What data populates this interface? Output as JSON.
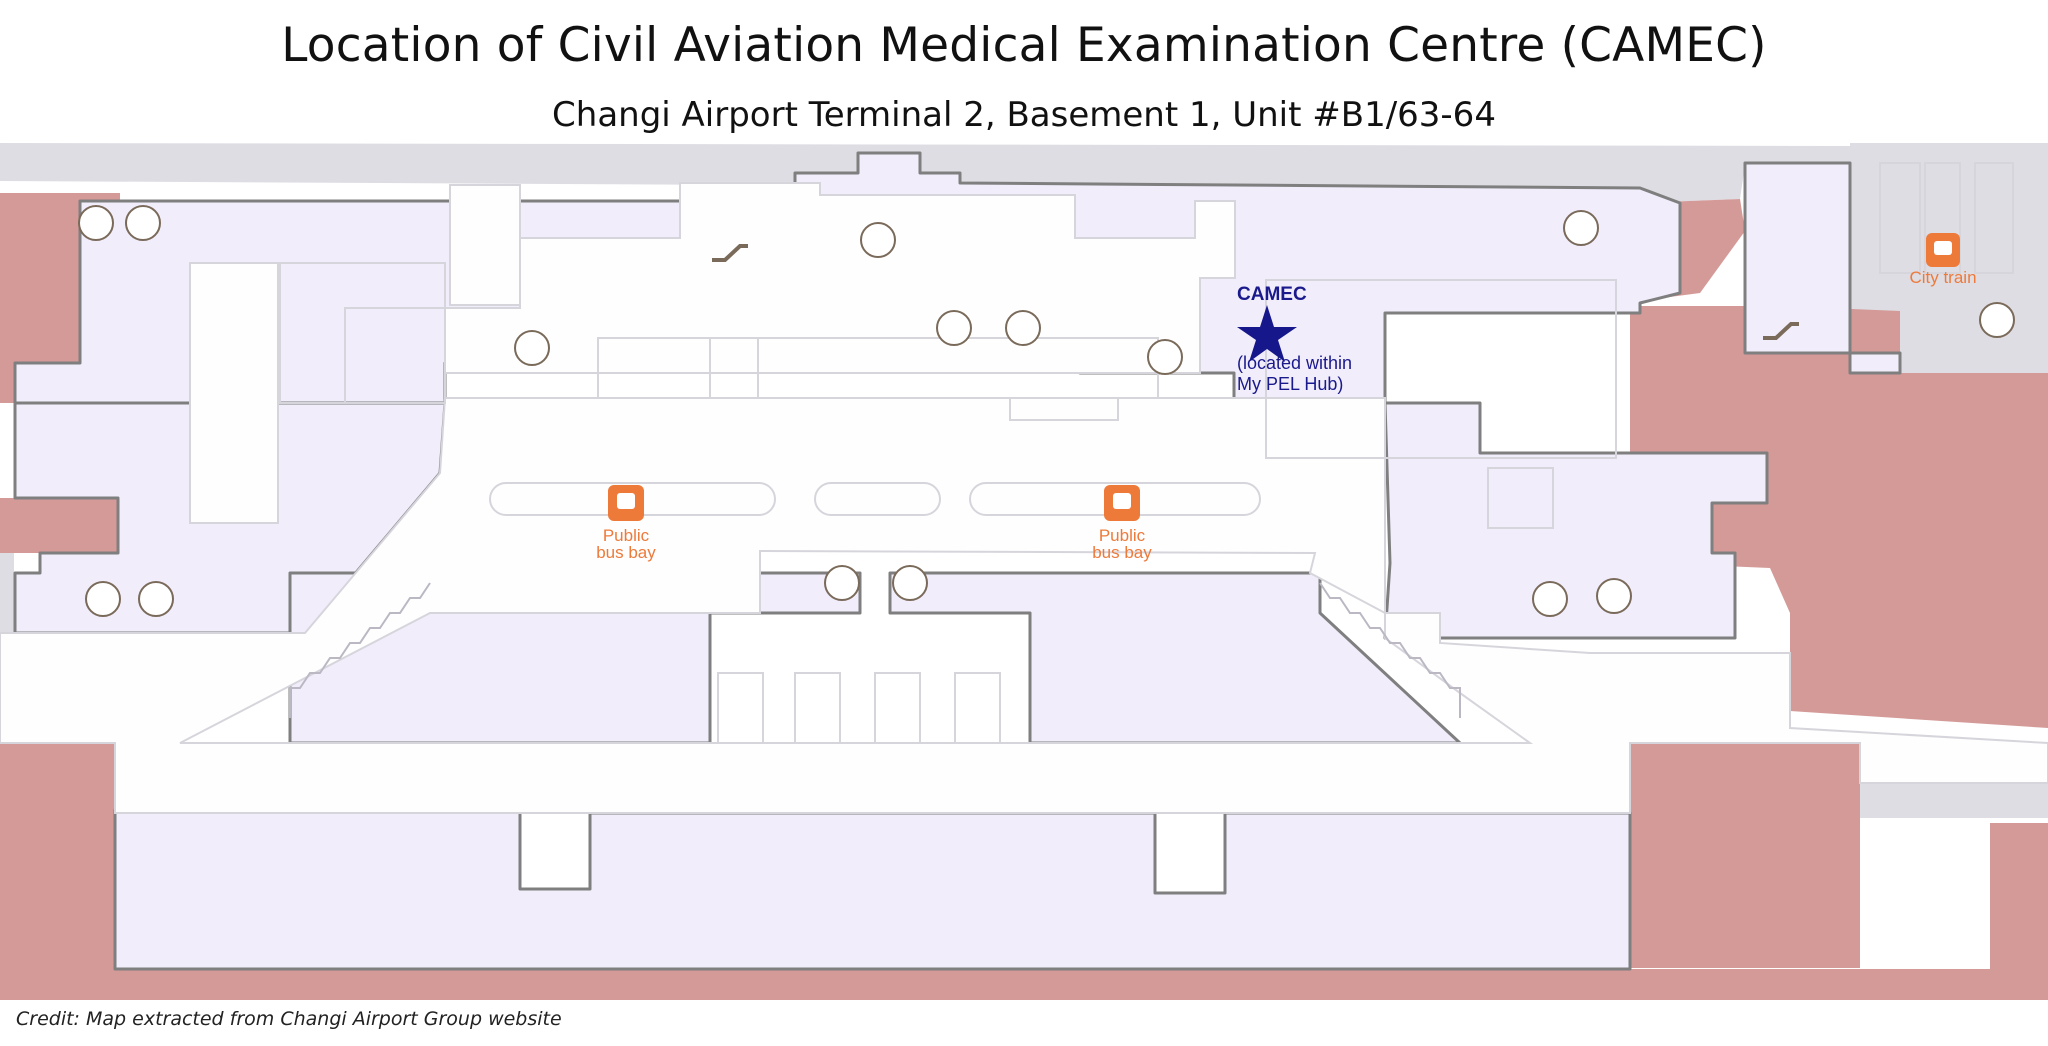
{
  "header": {
    "title": "Location of Civil Aviation Medical Examination Centre (CAMEC)",
    "subtitle": "Changi Airport Terminal 2, Basement 1, Unit #B1/63-64"
  },
  "footer": {
    "credit": "Credit: Map extracted from Changi Airport Group website"
  },
  "map": {
    "colors": {
      "building": "#d49a98",
      "floor": "#f1edfb",
      "walkway": "#fefefe",
      "road": "#dedde3",
      "outline": "#7f7f7f",
      "accent": "#ee7a3a",
      "marker": "#17178c"
    },
    "camec": {
      "label": "CAMEC",
      "note_line1": "(located within",
      "note_line2": "My PEL Hub)"
    },
    "bus_bay_labels": {
      "line1": "Public",
      "line2": "bus bay"
    },
    "city_train_label": "City train",
    "icons": [
      "restroom-icon",
      "family-restroom-icon",
      "escalator-icon",
      "lift-icon",
      "baby-care-icon",
      "prayer-room-icon",
      "bus-icon",
      "train-icon"
    ]
  }
}
